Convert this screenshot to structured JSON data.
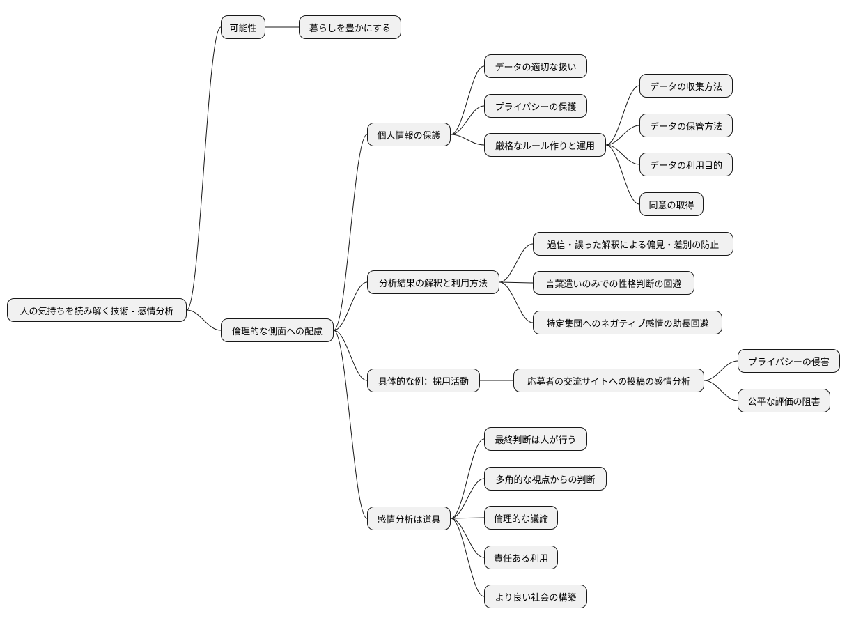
{
  "root": {
    "label": "人の気持ちを読み解く技術 - 感情分析",
    "children": [
      {
        "label": "可能性",
        "children": [
          {
            "label": "暮らしを豊かにする"
          }
        ]
      },
      {
        "label": "倫理的な側面への配慮",
        "children": [
          {
            "label": "個人情報の保護",
            "children": [
              {
                "label": "データの適切な扱い"
              },
              {
                "label": "プライバシーの保護"
              },
              {
                "label": "厳格なルール作りと運用",
                "children": [
                  {
                    "label": "データの収集方法"
                  },
                  {
                    "label": "データの保管方法"
                  },
                  {
                    "label": "データの利用目的"
                  },
                  {
                    "label": "同意の取得"
                  }
                ]
              }
            ]
          },
          {
            "label": "分析結果の解釈と利用方法",
            "children": [
              {
                "label": "過信・誤った解釈による偏見・差別の防止"
              },
              {
                "label": "言葉遣いのみでの性格判断の回避"
              },
              {
                "label": "特定集団へのネガティブ感情の助長回避"
              }
            ]
          },
          {
            "label": "具体的な例：採用活動",
            "children": [
              {
                "label": "応募者の交流サイトへの投稿の感情分析",
                "children": [
                  {
                    "label": "プライバシーの侵害"
                  },
                  {
                    "label": "公平な評価の阻害"
                  }
                ]
              }
            ]
          },
          {
            "label": "感情分析は道具",
            "children": [
              {
                "label": "最終判断は人が行う"
              },
              {
                "label": "多角的な視点からの判断"
              },
              {
                "label": "倫理的な議論"
              },
              {
                "label": "責任ある利用"
              },
              {
                "label": "より良い社会の構築"
              }
            ]
          }
        ]
      }
    ]
  }
}
